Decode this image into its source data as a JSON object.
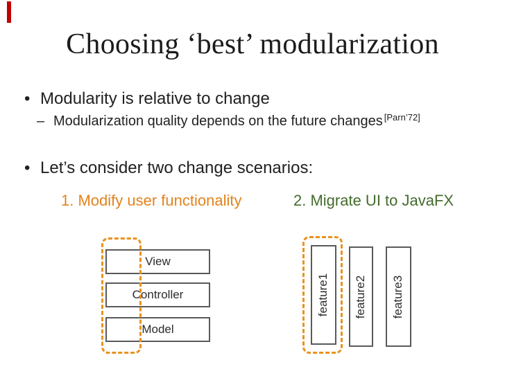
{
  "slide": {
    "title": "Choosing ‘best’ modularization",
    "bullet1": {
      "marker": "•",
      "text": "Modularity is relative to change"
    },
    "sub_bullet": {
      "marker": "–",
      "text": "Modularization quality depends on the future changes",
      "citation": "[Parn’72]"
    },
    "bullet2": {
      "marker": "•",
      "text": "Let’s consider two change scenarios:"
    },
    "scenario1": {
      "label": "1. Modify user functionality",
      "color": "#e2831d"
    },
    "scenario2": {
      "label": "2. Migrate UI to JavaFX",
      "color": "#446b2d"
    },
    "mvc_boxes": [
      "View",
      "Controller",
      "Model"
    ],
    "feature_boxes": [
      "feature1",
      "feature2",
      "feature3"
    ],
    "colors": {
      "highlight_dash": "#e8921f",
      "box_border": "#595959",
      "accent_bar": "#c00000",
      "text": "#212121"
    }
  }
}
